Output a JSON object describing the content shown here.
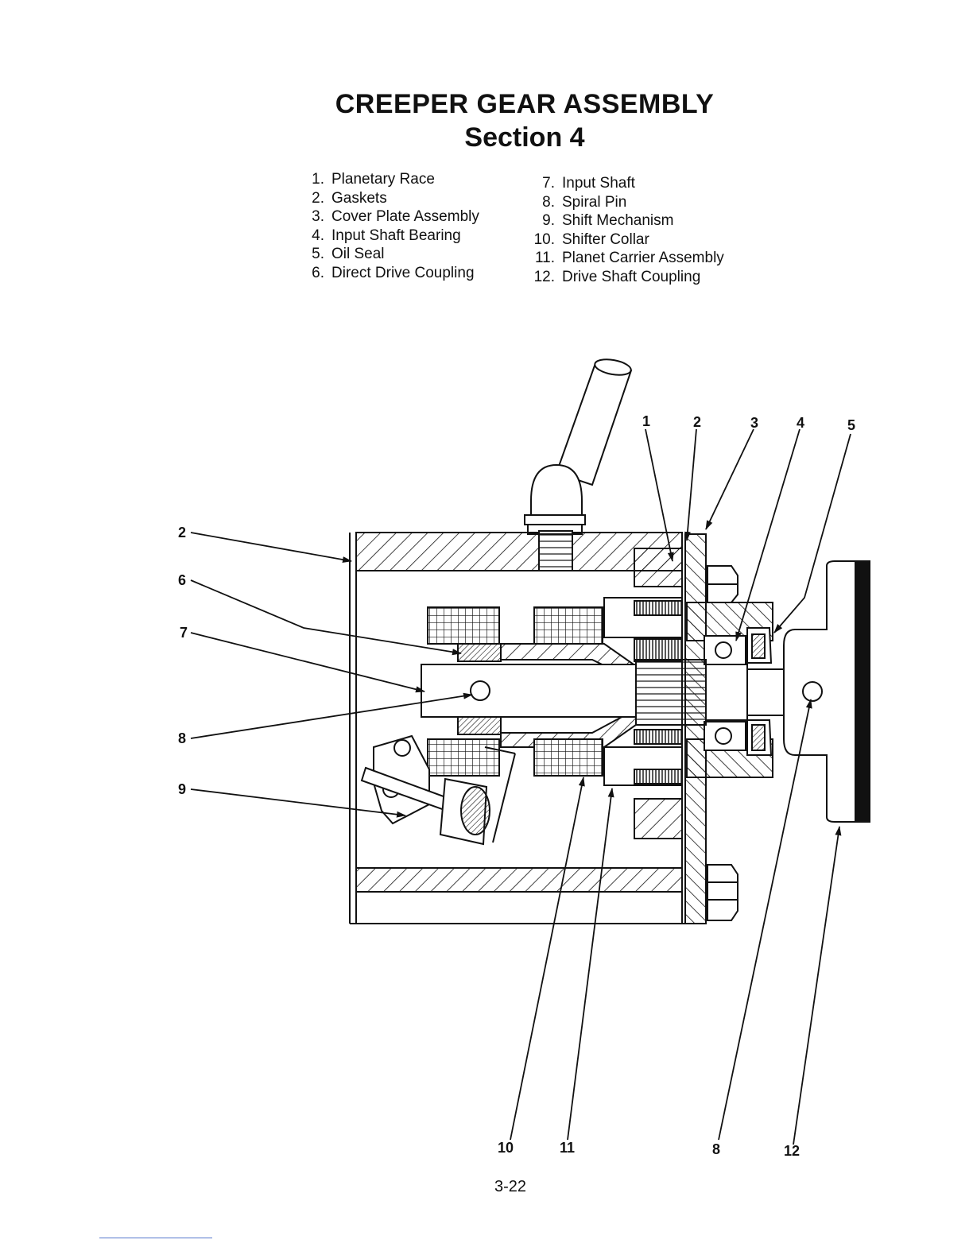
{
  "title": "CREEPER GEAR ASSEMBLY",
  "subtitle": "Section 4",
  "parts_left": [
    {
      "num": "1.",
      "name": "Planetary Race"
    },
    {
      "num": "2.",
      "name": "Gaskets"
    },
    {
      "num": "3.",
      "name": "Cover Plate Assembly"
    },
    {
      "num": "4.",
      "name": "Input Shaft Bearing"
    },
    {
      "num": "5.",
      "name": "Oil Seal"
    },
    {
      "num": "6.",
      "name": "Direct Drive Coupling"
    }
  ],
  "parts_right": [
    {
      "num": "7.",
      "name": "Input Shaft"
    },
    {
      "num": "8.",
      "name": "Spiral Pin"
    },
    {
      "num": "9.",
      "name": "Shift Mechanism"
    },
    {
      "num": "10.",
      "name": "Shifter Collar"
    },
    {
      "num": "11.",
      "name": "Planet Carrier Assembly"
    },
    {
      "num": "12.",
      "name": "Drive Shaft Coupling"
    }
  ],
  "callouts_top": [
    "1",
    "2",
    "3",
    "4",
    "5"
  ],
  "callouts_left": [
    "2",
    "6",
    "7",
    "8",
    "9"
  ],
  "callouts_bottom": [
    "10",
    "11",
    "8",
    "12"
  ],
  "page_number": "3-22"
}
